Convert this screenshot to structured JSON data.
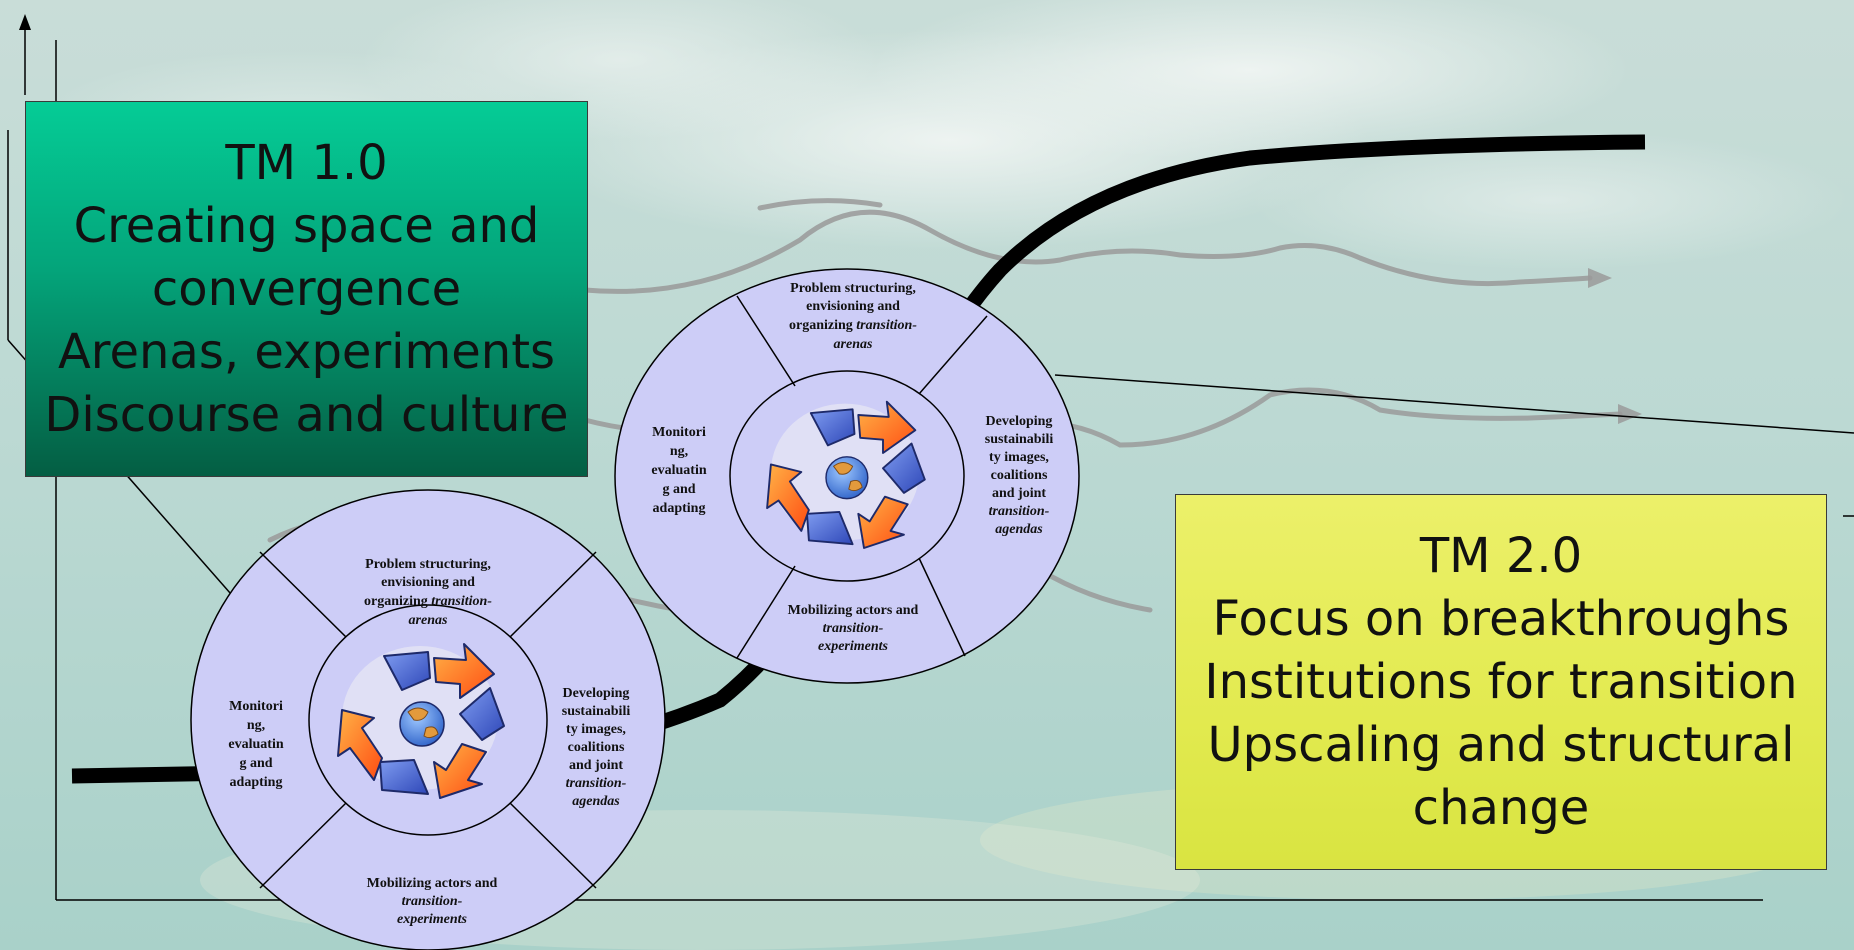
{
  "tm1": {
    "lines": [
      "TM 1.0",
      "Creating space and",
      "convergence",
      "Arenas, experiments",
      "Discourse and culture"
    ],
    "color_top": "#05cc96",
    "color_bottom": "#045e43"
  },
  "tm2": {
    "lines": [
      "TM 2.0",
      "Focus on breakthroughs",
      "Institutions for transition",
      "Upscaling and structural",
      "change"
    ],
    "color": "#e4eb52"
  },
  "cycle": {
    "top": {
      "line1": "Problem structuring,",
      "line2": "envisioning and",
      "line3_plain": "organizing ",
      "line3_italic": "transition-",
      "line4_italic": "arenas"
    },
    "right": {
      "lines": [
        "Developing",
        "sustainabili",
        "ty images,",
        "coalitions",
        "and joint"
      ],
      "italic_lines": [
        "transition-",
        "agendas"
      ]
    },
    "bottom": {
      "line1": "Mobilizing actors and",
      "italic_lines": [
        "transition-",
        "experiments"
      ]
    },
    "left": {
      "lines": [
        "Monitori",
        "ng,",
        "evaluatin",
        "g and",
        "adapting"
      ]
    },
    "center_icon": "recycle-globe-icon",
    "ring_color": "#cdcdf7"
  },
  "background": {
    "color": "#b9d8d2"
  }
}
